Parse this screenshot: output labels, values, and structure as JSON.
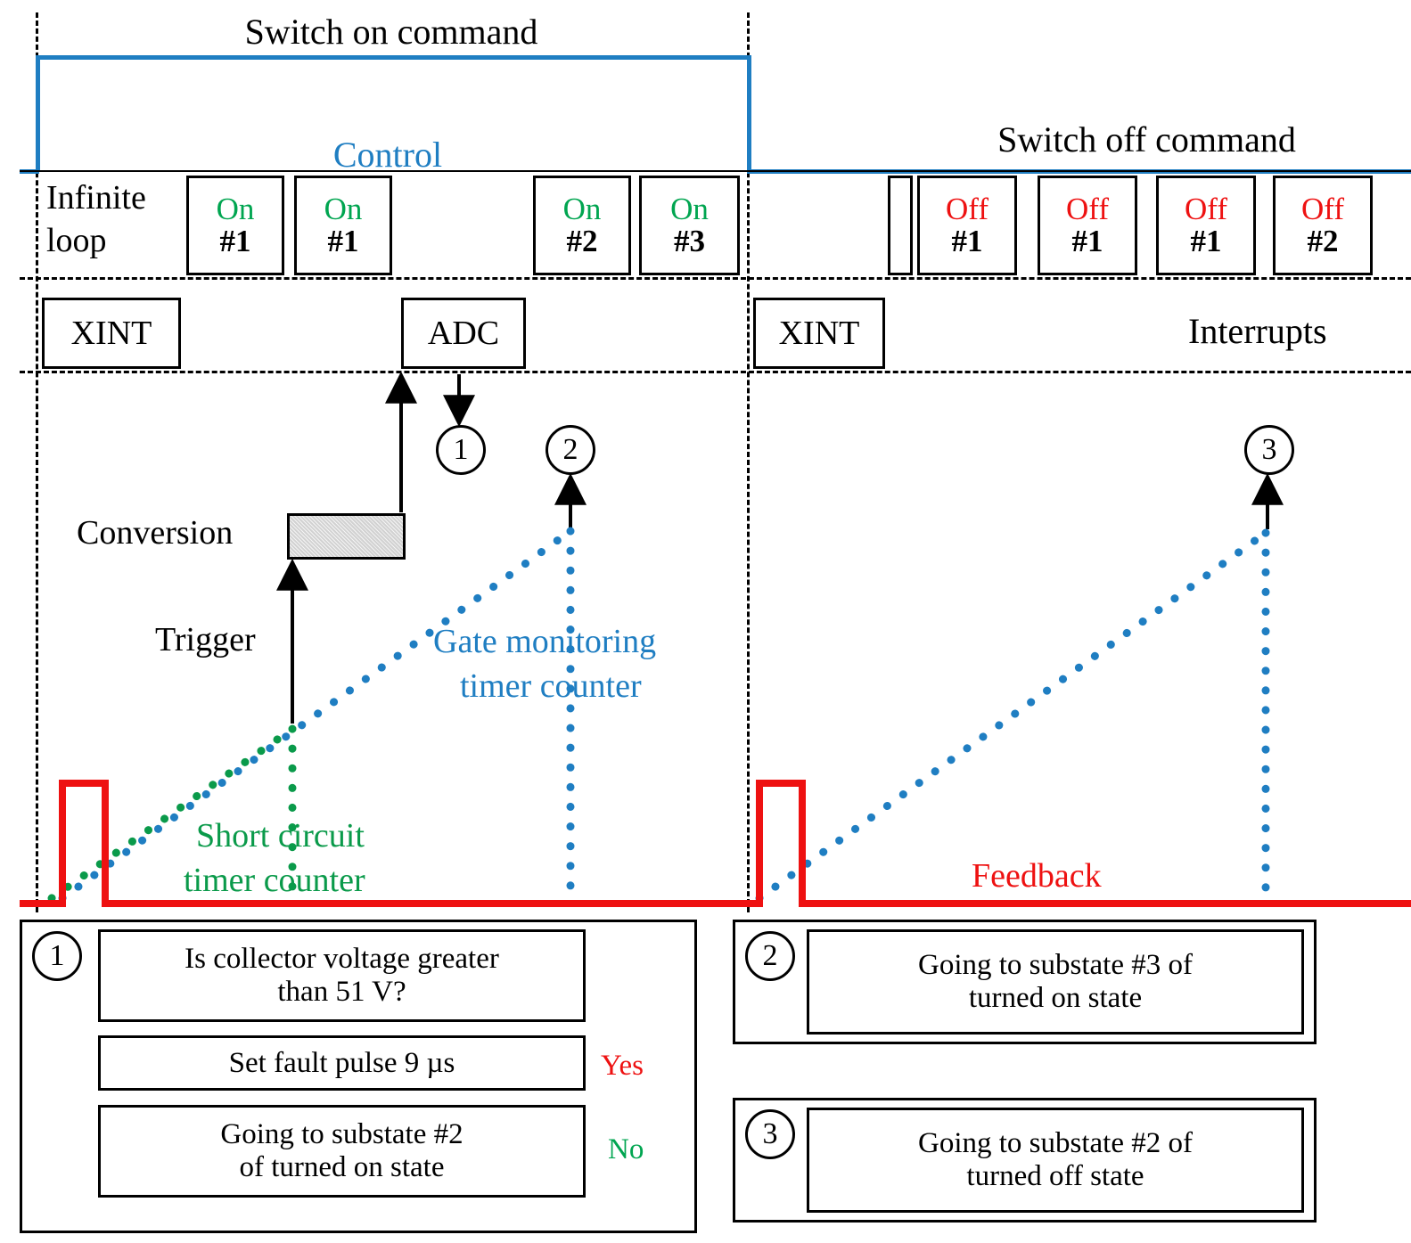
{
  "labels": {
    "switch_on_command": "Switch on command",
    "switch_off_command": "Switch off command",
    "control": "Control",
    "interrupts": "Interrupts",
    "infinite_loop_line1": "Infinite",
    "infinite_loop_line2": "loop",
    "conversion": "Conversion",
    "trigger": "Trigger",
    "feedback": "Feedback",
    "short_circuit_timer_line1": "Short circuit",
    "short_circuit_timer_line2": "timer counter",
    "gate_monitoring_line1": "Gate monitoring",
    "gate_monitoring_line2": "timer counter"
  },
  "colors": {
    "control_blue": "#1f7ec2",
    "feedback_red": "#ee1111",
    "on_green": "#00a550",
    "off_red": "#ee1111",
    "short_circuit_green": "#0a9a4a",
    "gate_monitor_blue": "#1f7ec2"
  },
  "control_row": {
    "states": [
      {
        "word": "On",
        "num": "#1",
        "color": "on_green"
      },
      {
        "word": "On",
        "num": "#1",
        "color": "on_green"
      },
      {
        "word": "On",
        "num": "#2",
        "color": "on_green"
      },
      {
        "word": "On",
        "num": "#3",
        "color": "on_green"
      },
      {
        "word": "Off",
        "num": "#1",
        "color": "off_red"
      },
      {
        "word": "Off",
        "num": "#1",
        "color": "off_red"
      },
      {
        "word": "Off",
        "num": "#1",
        "color": "off_red"
      },
      {
        "word": "Off",
        "num": "#2",
        "color": "off_red"
      }
    ]
  },
  "interrupt_row": {
    "boxes": [
      {
        "label": "XINT"
      },
      {
        "label": "ADC"
      },
      {
        "label": "XINT"
      }
    ]
  },
  "markers": [
    {
      "id": "1"
    },
    {
      "id": "2"
    },
    {
      "id": "3"
    }
  ],
  "legend_left": {
    "marker": "1",
    "rows": [
      {
        "line1": "Is collector voltage greater",
        "line2": "than 51 V?",
        "answer": ""
      },
      {
        "line1": "Set fault pulse 9 µs",
        "line2": "",
        "answer": "Yes"
      },
      {
        "line1": "Going to substate #2",
        "line2": "of turned on state",
        "answer": "No"
      }
    ]
  },
  "legend_right": [
    {
      "marker": "2",
      "line1": "Going to substate #3 of",
      "line2": "turned on state"
    },
    {
      "marker": "3",
      "line1": "Going to substate #2 of",
      "line2": "turned off state"
    }
  ],
  "chart_data": {
    "type": "line",
    "title": "IGBT gate-driver state machine timing diagram",
    "series": [
      {
        "name": "Control (switch command)",
        "color": "#1f7ec2",
        "type": "digital",
        "points": [
          [
            40,
            190
          ],
          [
            40,
            62
          ],
          [
            838,
            62
          ],
          [
            838,
            190
          ],
          [
            1583,
            190
          ]
        ]
      },
      {
        "name": "Feedback",
        "color": "#ee1111",
        "type": "digital",
        "points": [
          [
            40,
            1012
          ],
          [
            70,
            1012
          ],
          [
            70,
            879
          ],
          [
            118,
            879
          ],
          [
            118,
            1012
          ],
          [
            852,
            1012
          ],
          [
            852,
            879
          ],
          [
            900,
            879
          ],
          [
            900,
            1012
          ],
          [
            1583,
            1012
          ]
        ]
      },
      {
        "name": "Short circuit timer counter",
        "color": "#0a9a4a",
        "type": "dotted-ramp",
        "points": [
          [
            58,
            1008
          ],
          [
            328,
            818
          ],
          [
            328,
            1012
          ]
        ]
      },
      {
        "name": "Gate monitoring timer counter (on)",
        "color": "#1f7ec2",
        "type": "dotted-ramp",
        "points": [
          [
            70,
            1008
          ],
          [
            640,
            596
          ],
          [
            640,
            1012
          ]
        ]
      },
      {
        "name": "Gate monitoring timer counter (off)",
        "color": "#1f7ec2",
        "type": "dotted-ramp",
        "points": [
          [
            852,
            1008
          ],
          [
            1420,
            598
          ],
          [
            1420,
            1012
          ]
        ]
      }
    ],
    "event_lines_x": [
      40,
      838
    ],
    "annotations": [
      "Trigger",
      "Conversion",
      "Feedback",
      "Control",
      "Interrupts"
    ]
  }
}
